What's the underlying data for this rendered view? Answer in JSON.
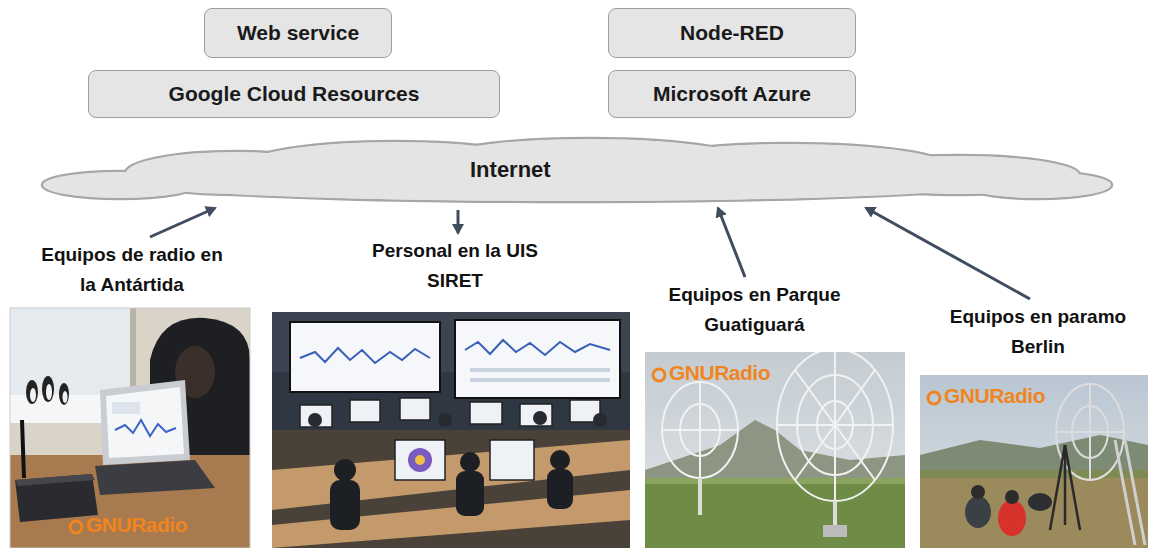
{
  "diagram": {
    "nodes": [
      {
        "text": [
          "Web service"
        ]
      },
      {
        "text": [
          "Node-RED"
        ]
      },
      {
        "text": [
          "Google Cloud Resources"
        ]
      },
      {
        "text": [
          "Microsoft Azure"
        ]
      },
      {
        "text": [
          "Internet"
        ]
      },
      {
        "text": [
          "Equipos de radio en la Antártida"
        ]
      },
      {
        "text": [
          "Personal en la UIS SIRET"
        ]
      },
      {
        "text": [
          "Equipos en Parque Guatiguará"
        ]
      },
      {
        "text": [
          "Equipos en paramo Berlin"
        ]
      }
    ],
    "edges": [
      {
        "from": 5,
        "to": 4,
        "arrow": "to"
      },
      {
        "from": 4,
        "to": 6,
        "arrow": "to"
      },
      {
        "from": 7,
        "to": 4,
        "arrow": "to"
      },
      {
        "from": 8,
        "to": 4,
        "arrow": "to"
      }
    ],
    "labels": [
      "GNURadio",
      "GNURadio",
      "GNURadio"
    ]
  }
}
